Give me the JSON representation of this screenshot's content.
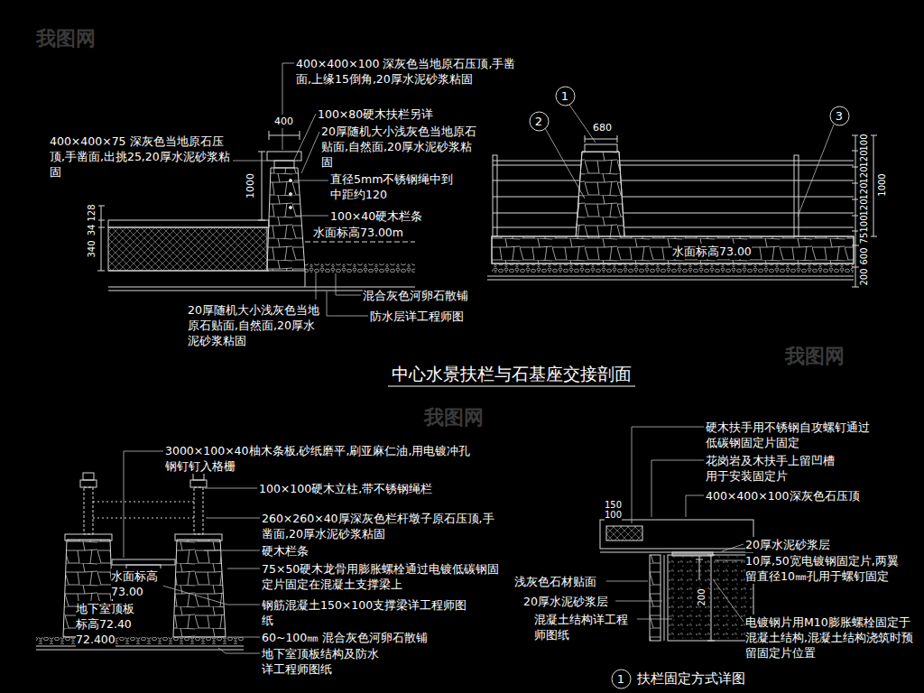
{
  "diagram": {
    "title": "中心水景扶栏与石基座交接剖面",
    "nodes": [
      {
        "text": [
          "1"
        ]
      },
      {
        "text": [
          "2"
        ]
      },
      {
        "text": [
          "3"
        ]
      },
      {
        "text": [
          "1"
        ]
      }
    ],
    "edges": [],
    "labels": [
      "400×400×100 深灰色当地原石压顶,手凿面,上缘15倒角,20厚水泥砂浆粘固",
      "400",
      "100×80硬木扶栏另详",
      "400×400×75 深灰色当地原石压顶,手凿面,出挑25,20厚水泥砂浆粘固",
      "20厚随机大小浅灰色当地原石贴面,自然面,20厚水泥砂浆粘固",
      "直径5mm不锈钢绳中到中距约120",
      "100×40硬木栏条",
      "1000",
      "128",
      "34",
      "340",
      "水面标高73.00m",
      "混合灰色河卵石散铺",
      "防水层详工程师图",
      "20厚随机大小浅灰色当地原石贴面,自然面,20厚水泥砂浆粘固",
      "680",
      "水面标高73.00",
      "100",
      "120",
      "120",
      "120",
      "120",
      "100",
      "1000",
      "75",
      "600",
      "200",
      "3000×100×40柚木条板,砂纸磨平,刷亚麻仁油,用电镀冲孔钢钉钉入格栅",
      "100×100硬木立柱,带不锈钢绳栏",
      "260×260×40厚深灰色栏杆墩子原石压顶,手凿面,20厚水泥砂浆粘固",
      "硬木栏条",
      "75×50硬木龙骨用膨胀螺栓通过电镀低碳钢固定片固定在混凝土支撑梁上",
      "钢筋混凝土150×100支撑梁详工程师图纸",
      "60~100㎜ 混合灰色河卵石散铺",
      "地下室顶板结构及防水详工程师图纸",
      "水面标高73.00",
      "地下室顶板标高72.40",
      "72.400",
      "硬木扶手用不锈钢自攻螺钉通过低碳钢固定片固定",
      "花岗岩及木扶手上留凹槽用于安装固定片",
      "400×400×100深灰色石压顶",
      "20厚水泥砂浆层",
      "10厚,50宽电镀钢固定片,两翼留直径10㎜孔用于螺钉固定",
      "浅灰色石材贴面",
      "20厚水泥砂浆层",
      "混凝土结构详工程师图纸",
      "电镀钢片用M10膨胀螺栓固定于混凝土结构,混凝土结构浇筑时预留固定片位置",
      "150",
      "100",
      "200",
      "扶栏固定方式详图",
      "我图网",
      "我图网",
      "我图网"
    ]
  }
}
